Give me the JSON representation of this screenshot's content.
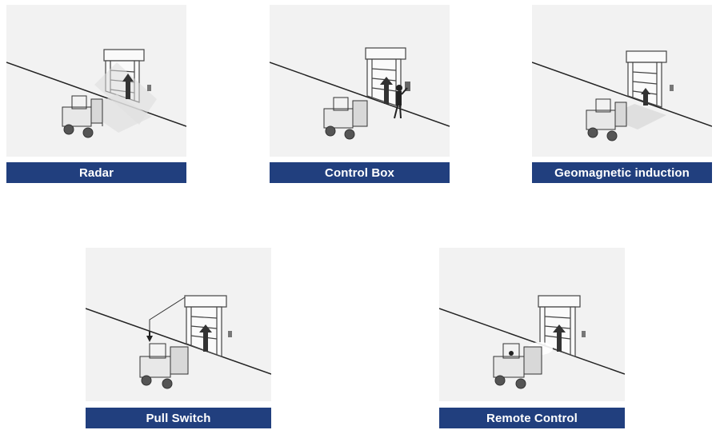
{
  "colors": {
    "label_background": "#213f7e",
    "label_text": "#ffffff",
    "scene_background": "#f2f2f2"
  },
  "cards": [
    {
      "label": "Radar",
      "icon": "radar-scene-icon"
    },
    {
      "label": "Control Box",
      "icon": "control-box-scene-icon"
    },
    {
      "label": "Geomagnetic induction",
      "icon": "geomagnetic-scene-icon"
    },
    {
      "label": "Pull Switch",
      "icon": "pull-switch-scene-icon"
    },
    {
      "label": "Remote Control",
      "icon": "remote-control-scene-icon"
    }
  ]
}
